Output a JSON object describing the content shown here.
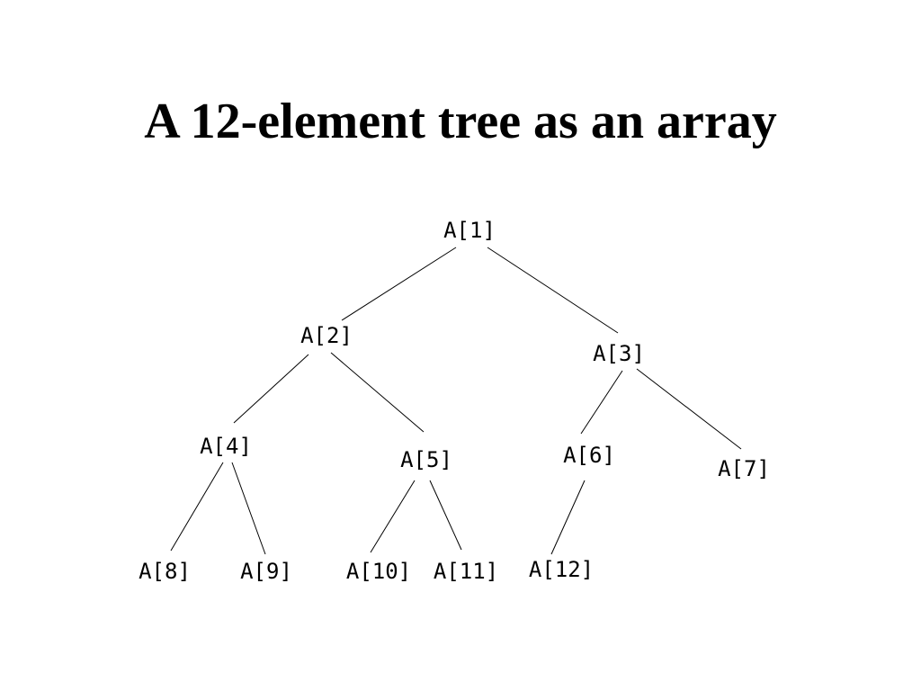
{
  "title": "A 12-element tree as an array",
  "colors": {
    "background": "#ffffff",
    "ink": "#000000"
  },
  "tree": {
    "nodes": [
      {
        "id": 1,
        "label": "A[1]"
      },
      {
        "id": 2,
        "label": "A[2]"
      },
      {
        "id": 3,
        "label": "A[3]"
      },
      {
        "id": 4,
        "label": "A[4]"
      },
      {
        "id": 5,
        "label": "A[5]"
      },
      {
        "id": 6,
        "label": "A[6]"
      },
      {
        "id": 7,
        "label": "A[7]"
      },
      {
        "id": 8,
        "label": "A[8]"
      },
      {
        "id": 9,
        "label": "A[9]"
      },
      {
        "id": 10,
        "label": "A[10]"
      },
      {
        "id": 11,
        "label": "A[11]"
      },
      {
        "id": 12,
        "label": "A[12]"
      }
    ],
    "edges": [
      [
        1,
        2
      ],
      [
        1,
        3
      ],
      [
        2,
        4
      ],
      [
        2,
        5
      ],
      [
        3,
        6
      ],
      [
        3,
        7
      ],
      [
        4,
        8
      ],
      [
        4,
        9
      ],
      [
        5,
        10
      ],
      [
        5,
        11
      ],
      [
        6,
        12
      ]
    ]
  }
}
